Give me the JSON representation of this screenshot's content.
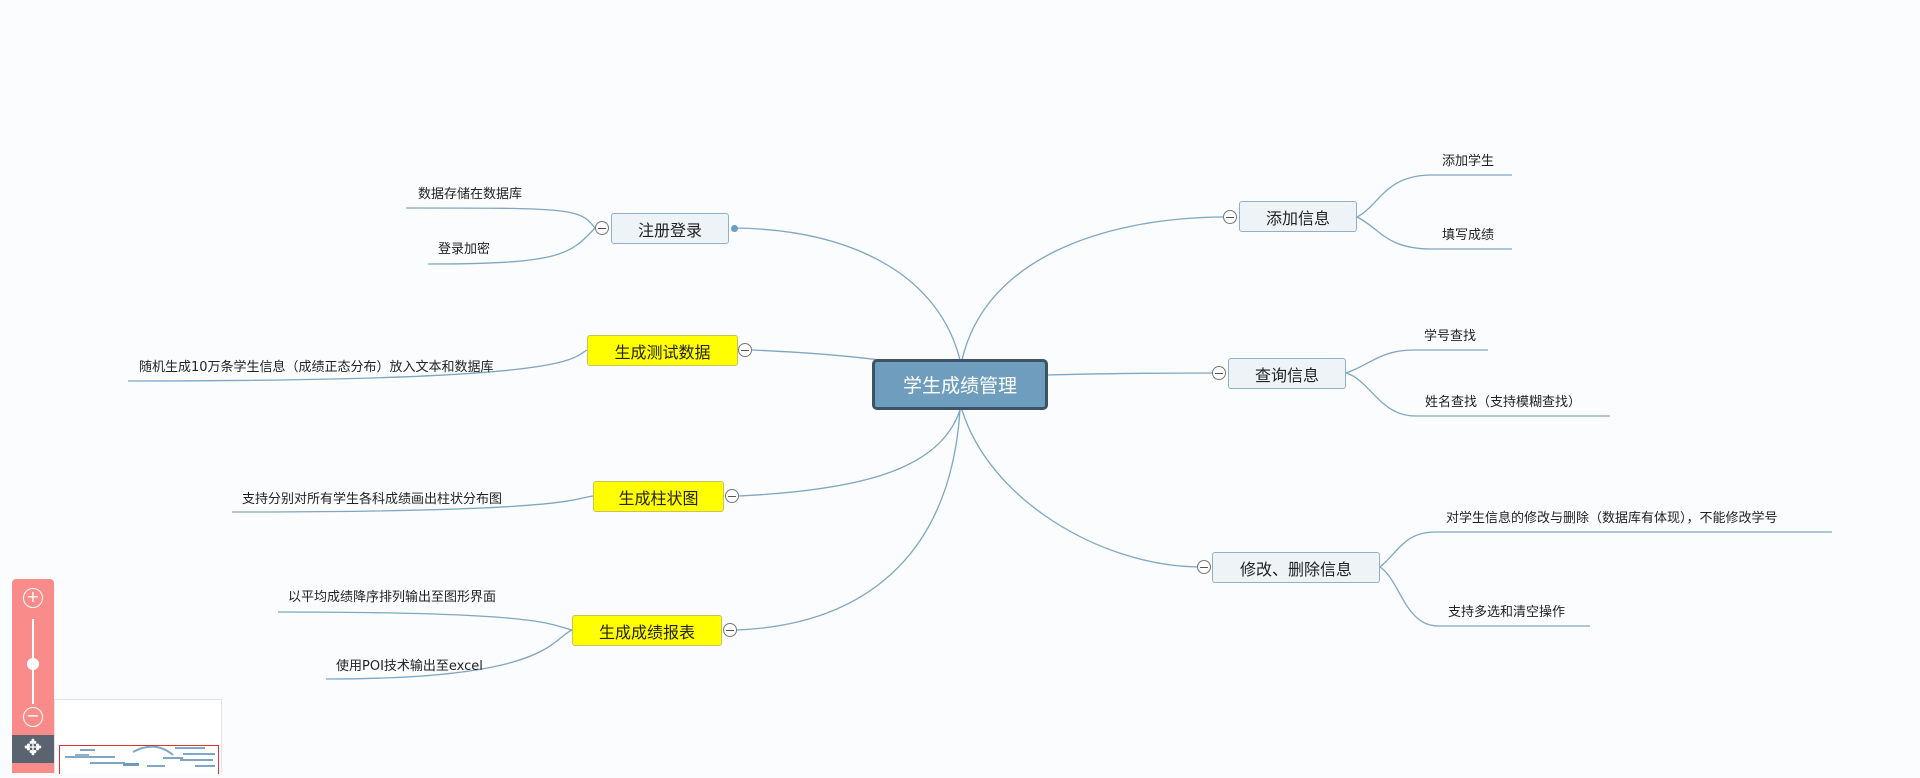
{
  "mindmap": {
    "root": "学生成绩管理",
    "branches": [
      {
        "label": "注册登录",
        "highlight": false,
        "children": [
          "数据存储在数据库",
          "登录加密"
        ]
      },
      {
        "label": "生成测试数据",
        "highlight": true,
        "children": [
          "随机生成10万条学生信息（成绩正态分布）放入文本和数据库"
        ]
      },
      {
        "label": "生成柱状图",
        "highlight": true,
        "children": [
          "支持分别对所有学生各科成绩画出柱状分布图"
        ]
      },
      {
        "label": "生成成绩报表",
        "highlight": true,
        "children": [
          "以平均成绩降序排列输出至图形界面",
          "使用POI技术输出至excel"
        ]
      },
      {
        "label": "添加信息",
        "highlight": false,
        "children": [
          "添加学生",
          "填写成绩"
        ]
      },
      {
        "label": "查询信息",
        "highlight": false,
        "children": [
          "学号查找",
          "姓名查找（支持模糊查找）"
        ]
      },
      {
        "label": "修改、删除信息",
        "highlight": false,
        "children": [
          "对学生信息的修改与删除（数据库有体现），不能修改学号",
          "支持多选和清空操作"
        ]
      }
    ]
  },
  "zoom": {
    "in_icon": "plus-icon",
    "out_icon": "minus-icon",
    "move_icon": "move-arrows-icon"
  },
  "colors": {
    "root_fill": "#6f9dbd",
    "root_border": "#3d5466",
    "highlight": "#ffff00",
    "line": "#7fa6c2"
  }
}
